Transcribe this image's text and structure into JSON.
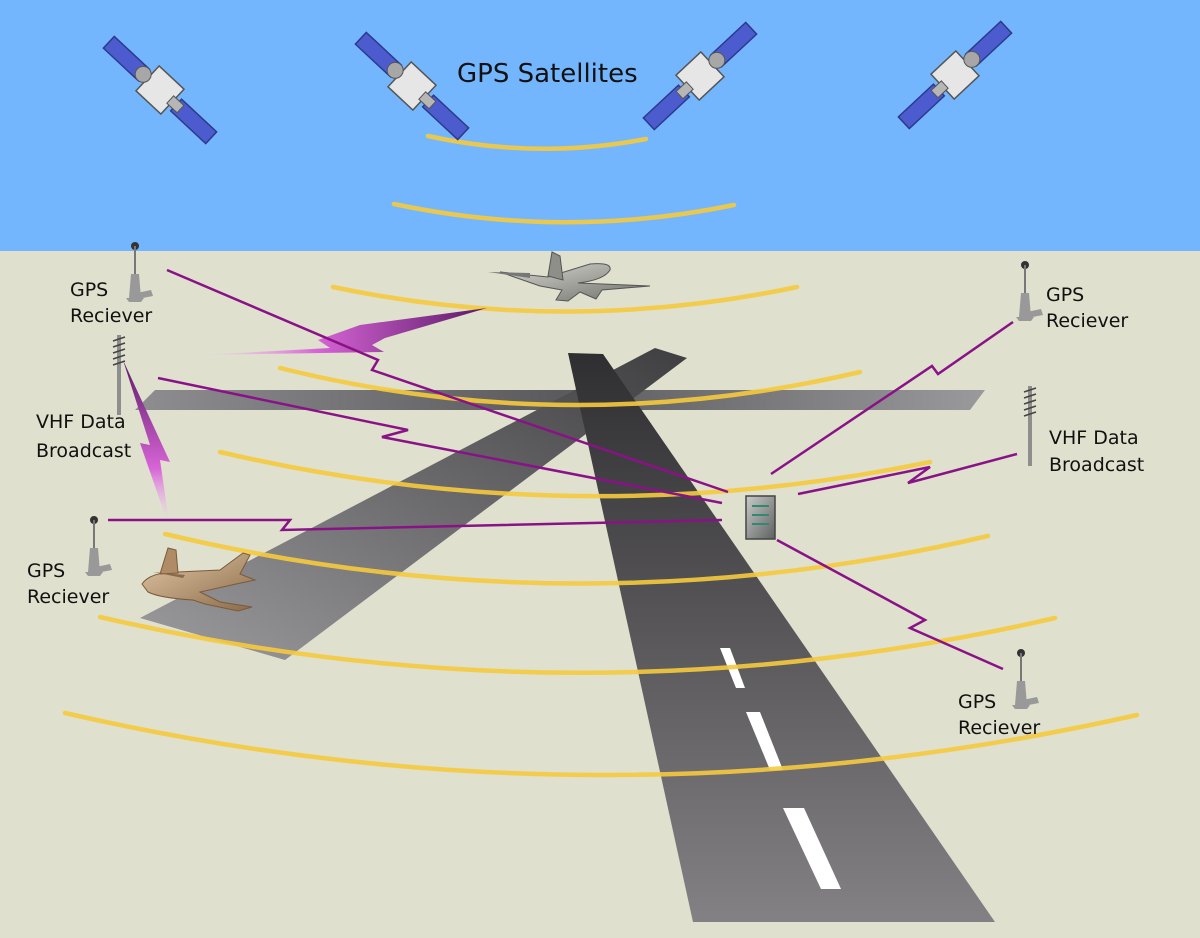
{
  "title": "GPS Satellites",
  "labels": {
    "gps_receiver_top_left": [
      "GPS",
      "Reciever"
    ],
    "gps_receiver_top_right": [
      "GPS",
      "Reciever"
    ],
    "gps_receiver_mid_left": [
      "GPS",
      "Reciever"
    ],
    "gps_receiver_bottom_right": [
      "GPS",
      "Reciever"
    ],
    "vhf_left": [
      "VHF Data",
      "Broadcast"
    ],
    "vhf_right": [
      "VHF Data",
      "Broadcast"
    ]
  },
  "colors": {
    "sky": "#74b6fe",
    "ground": "#dfe0cd",
    "signal_arc": "#f6ca3e",
    "data_link": "#8a1288",
    "vhf_burst": "#d764d6",
    "satellite_panel": "#4c5ccf",
    "runway": "#4a494b"
  },
  "icons": {
    "satellite": "satellite-icon",
    "receiver": "gps-antenna-icon",
    "vhf": "vhf-antenna-icon",
    "station": "ground-station-icon",
    "aircraft": "airplane-icon"
  }
}
